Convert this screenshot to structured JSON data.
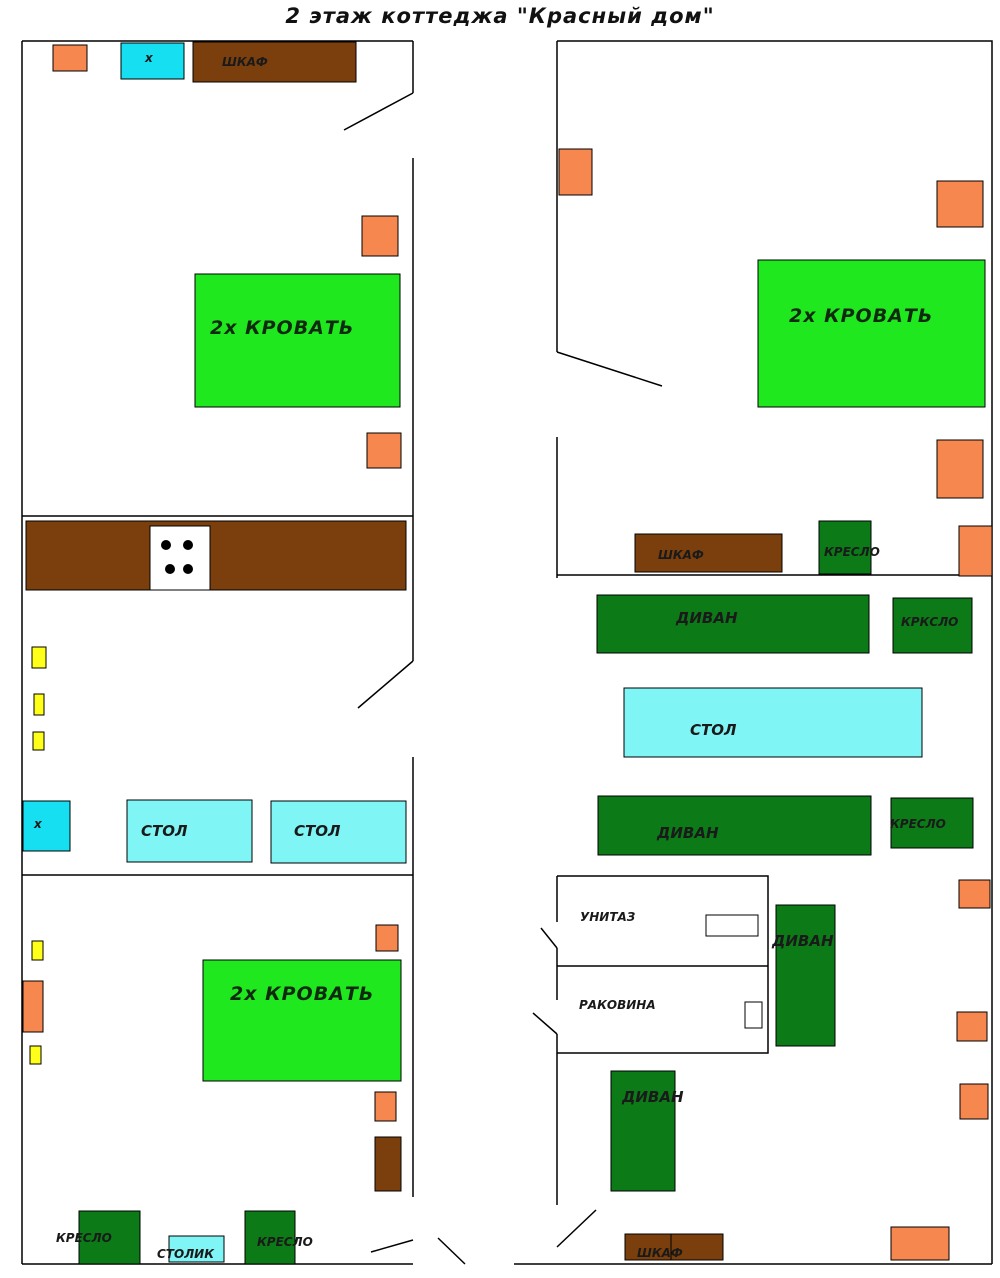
{
  "title": "2 этаж коттеджа \"Красный дом\"",
  "labels": {
    "wardrobe": "ШКАФ",
    "double_bed": "2х КРОВАТЬ",
    "armchair": "КРЕСЛО",
    "armchair_alt": "КРКСЛО",
    "sofa": "ДИВАН",
    "table": "СТОЛ",
    "small_table": "СТОЛИК",
    "toilet": "УНИТАЗ",
    "sink": "РАКОВИНА",
    "fridge": "х"
  },
  "colors": {
    "wall": "#000000",
    "heater": "#f6874f",
    "bed": "#1fe81f",
    "wardrobe": "#7a3f0c",
    "sofa": "#0b7a17",
    "table": "#80f5f6",
    "fridge": "#15dff0",
    "lamp": "#ffff1a",
    "stove": "#ffffff"
  }
}
